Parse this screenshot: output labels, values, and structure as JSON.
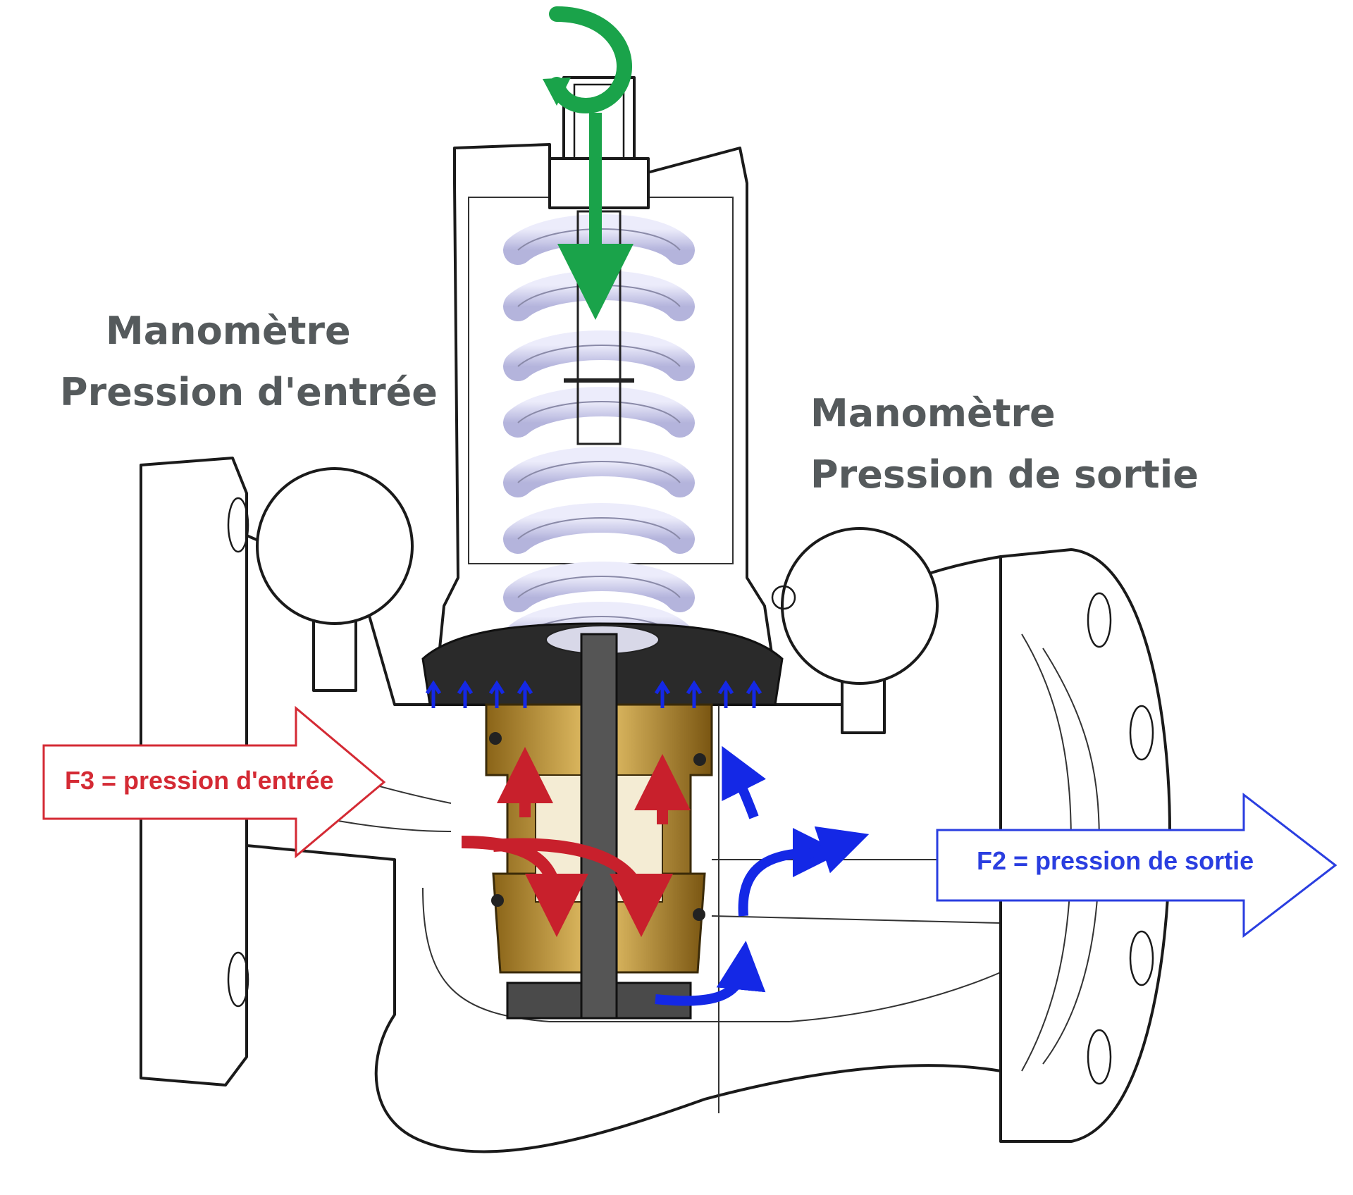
{
  "labels": {
    "inlet_gauge_line1": "Manomètre",
    "inlet_gauge_line2": "Pression d'entrée",
    "outlet_gauge_line1": "Manomètre",
    "outlet_gauge_line2": "Pression de sortie",
    "f3": "F3 = pression d'entrée",
    "f2": "F2 = pression de sortie"
  },
  "colors": {
    "adjust_arrow": "#1aa34a",
    "inlet_flow": "#c8202c",
    "outlet_flow": "#1428e6",
    "spring": "#c9c9ea",
    "diaphragm": "#2a2a2a",
    "brass": "#b58a2a"
  }
}
